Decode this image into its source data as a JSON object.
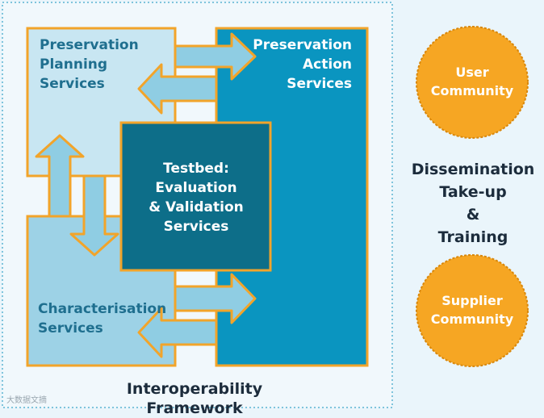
{
  "diagram": {
    "blocks": {
      "preservation_planning": [
        "Preservation",
        "Planning",
        "Services"
      ],
      "preservation_action": [
        "Preservation",
        "Action",
        "Services"
      ],
      "testbed": [
        "Testbed:",
        "Evaluation",
        "& Validation",
        "Services"
      ],
      "characterisation": [
        "Characterisation",
        "Services"
      ]
    },
    "framework_label": "Interoperability Framework",
    "right_panel": {
      "user_community": [
        "User",
        "Community"
      ],
      "dissemination": [
        "Dissemination",
        "Take-up",
        "&",
        "Training"
      ],
      "supplier_community": [
        "Supplier",
        "Community"
      ]
    },
    "watermark": "大数据文摘"
  },
  "colors": {
    "background": "#eaf5fb",
    "planning_fill": "#c8e6f2",
    "characterisation_fill": "#9dd2e6",
    "action_fill": "#0a95c0",
    "testbed_fill": "#0d6e89",
    "arrow_fill": "#8fcde3",
    "orange_border": "#f2a42a",
    "circle_fill": "#f6a623",
    "circle_dash": "#d9870a",
    "framework_border": "#7fc4dc"
  }
}
